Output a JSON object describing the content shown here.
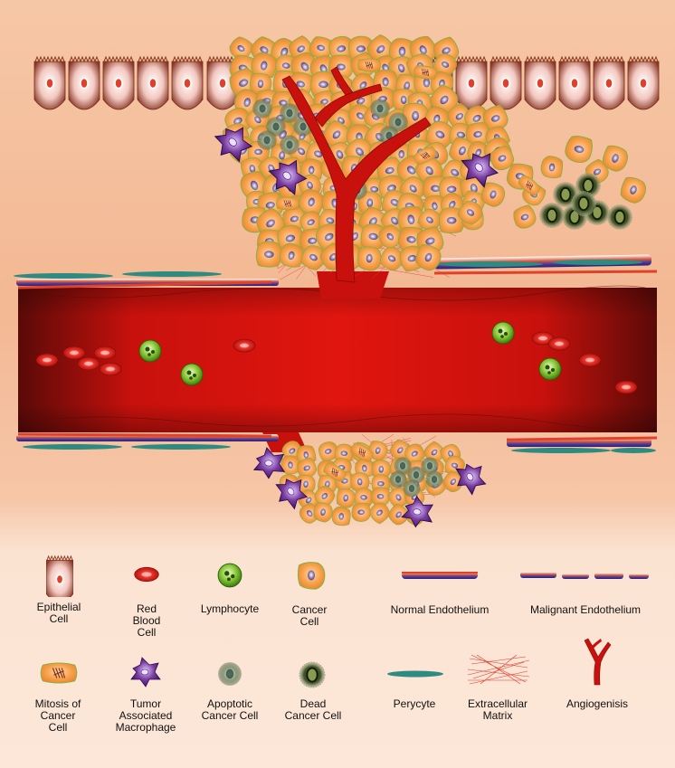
{
  "legend": {
    "epithelial": [
      "Epithelial",
      "Cell"
    ],
    "rbc": [
      "Red",
      "Blood",
      "Cell"
    ],
    "lymphocyte": "Lymphocyte",
    "cancer": [
      "Cancer",
      "Cell"
    ],
    "normal_endo": "Normal Endothelium",
    "malignant_endo": "Malignant Endothelium",
    "mitosis": [
      "Mitosis of",
      "Cancer",
      "Cell"
    ],
    "macrophage": [
      "Tumor",
      "Associated",
      "Macrophage"
    ],
    "apoptotic": [
      "Apoptotic",
      "Cancer Cell"
    ],
    "dead": [
      "Dead",
      "Cancer Cell"
    ],
    "perycyte": "Perycyte",
    "ecm": [
      "Extracellular",
      "Matrix"
    ],
    "angio": "Angiogenisis"
  },
  "colors": {
    "cancer": "#f7a04b",
    "blood": "#c8110c",
    "vessel_dark": "#5a0a08",
    "lymphocyte": "#7fbf2e",
    "macrophage": "#7b3fa0",
    "perycyte": "#2e8b82"
  }
}
